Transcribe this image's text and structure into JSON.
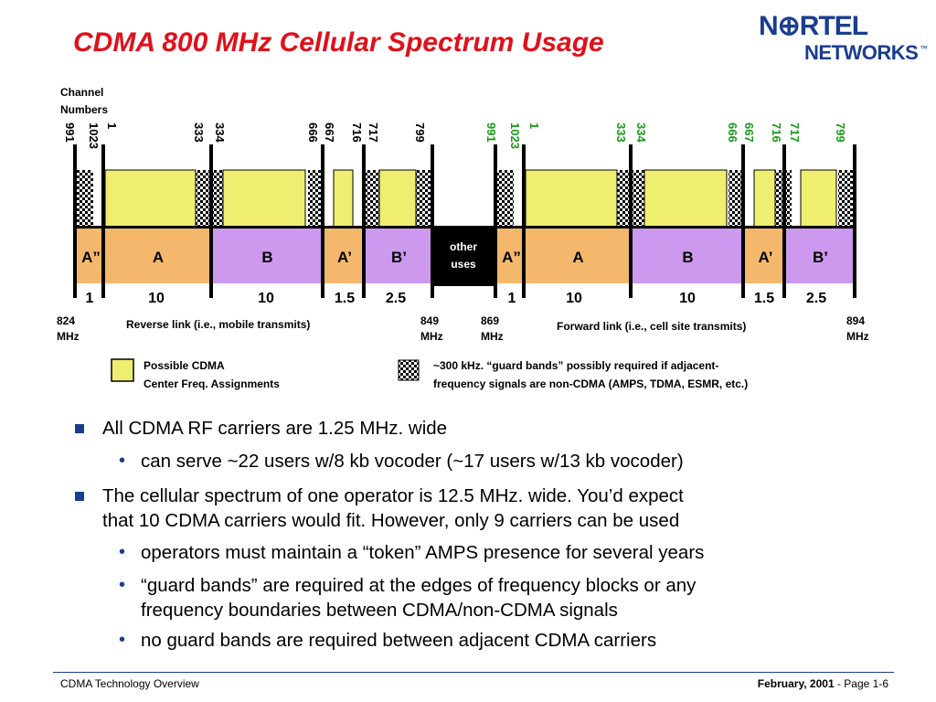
{
  "header": {
    "title": "CDMA 800 MHz Cellular Spectrum Usage",
    "logo_top": "N⊕RTEL",
    "logo_bottom": "NETWORKS",
    "logo_tm": "™"
  },
  "diagram": {
    "channel_numbers_label": [
      "Channel",
      "Numbers"
    ],
    "reverse_channels": [
      "991",
      "1023",
      "1",
      "333",
      "334",
      "666",
      "667",
      "716",
      "717",
      "799"
    ],
    "forward_channels": [
      "991",
      "1023",
      "1",
      "333",
      "334",
      "666",
      "667",
      "716",
      "717",
      "799"
    ],
    "reverse_blocks": [
      "A”",
      "A",
      "B",
      "A’",
      "B’"
    ],
    "forward_blocks": [
      "A”",
      "A",
      "B",
      "A’",
      "B’"
    ],
    "other_uses": [
      "other",
      "uses"
    ],
    "reverse_widths": [
      "1",
      "10",
      "10",
      "1.5",
      "2.5"
    ],
    "forward_widths": [
      "1",
      "10",
      "10",
      "1.5",
      "2.5"
    ],
    "freq_824": [
      "824",
      "MHz"
    ],
    "freq_849": [
      "849",
      "MHz"
    ],
    "freq_869": [
      "869",
      "MHz"
    ],
    "freq_894": [
      "894",
      "MHz"
    ],
    "reverse_link_label": "Reverse link (i.e., mobile transmits)",
    "forward_link_label": "Forward link (i.e., cell site transmits)",
    "legend_cdma": [
      "Possible CDMA",
      "Center Freq. Assignments"
    ],
    "legend_guard": [
      "~300 kHz. “guard bands” possibly required if adjacent-",
      "frequency  signals are non-CDMA (AMPS, TDMA, ESMR, etc.)"
    ],
    "colors": {
      "cdma_fill": "#eeee70",
      "a_block": "#f4b86c",
      "b_block": "#cc99ee",
      "channel_green": "#1a9a1a",
      "title_red": "#e0101a",
      "nortel_blue": "#1a3d8f"
    }
  },
  "bullets": [
    {
      "level": 1,
      "text": "All CDMA RF carriers are 1.25 MHz. wide"
    },
    {
      "level": 2,
      "text": "can serve ~22 users  w/8 kb vocoder (~17 users w/13 kb vocoder)"
    },
    {
      "level": 1,
      "text": "The cellular spectrum of one operator is 12.5 MHz. wide.  You’d expect"
    },
    {
      "level": 0,
      "text": "that 10 CDMA carriers would fit. However, only 9 carriers can be used"
    },
    {
      "level": 2,
      "text": "operators must maintain a “token” AMPS presence for several years"
    },
    {
      "level": 2,
      "text": "“guard bands” are required at the edges of frequency blocks or any"
    },
    {
      "level": 0,
      "text": "frequency boundaries between CDMA/non-CDMA signals"
    },
    {
      "level": 2,
      "text": "no guard bands are required between adjacent CDMA carriers"
    }
  ],
  "footer": {
    "left": "CDMA Technology Overview",
    "date": "February, 2001",
    "page": " -  Page 1-6"
  }
}
